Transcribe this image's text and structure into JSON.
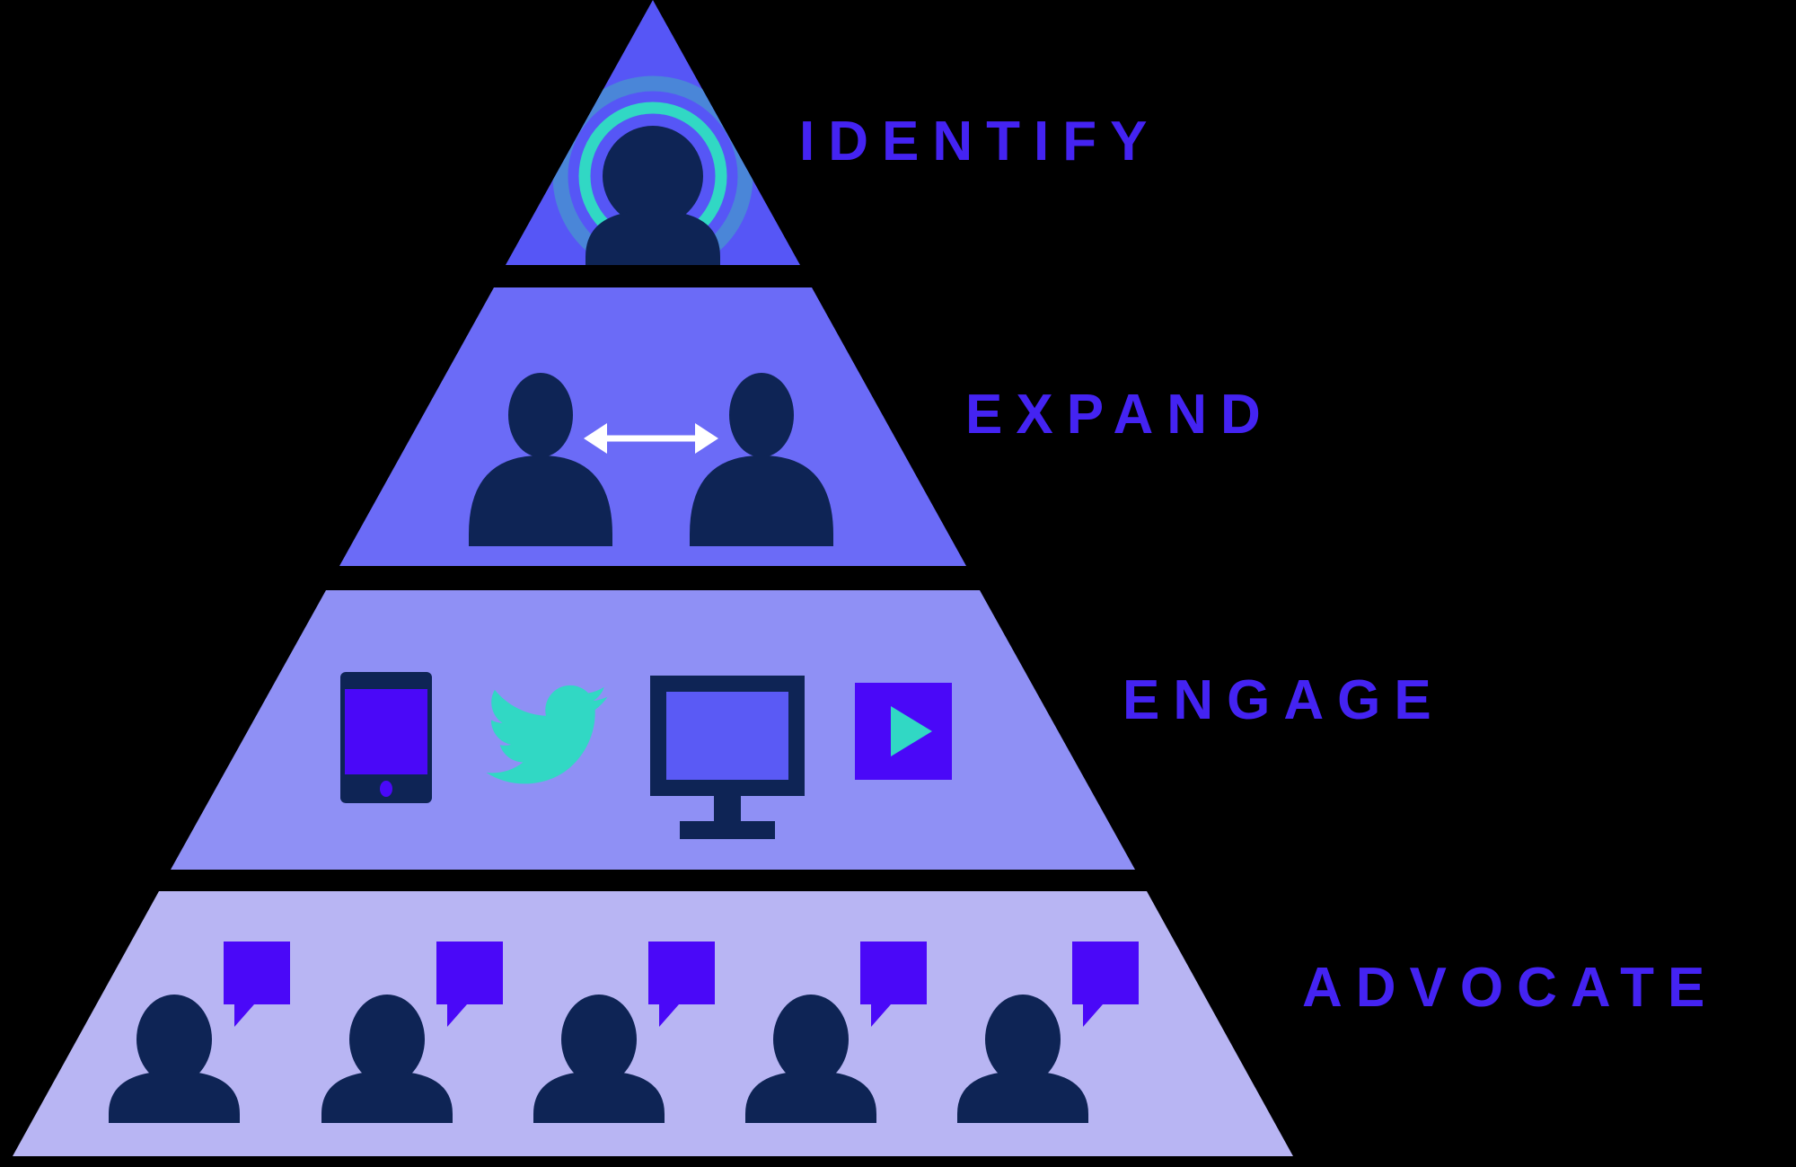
{
  "pyramid": {
    "levels": [
      {
        "label": "IDENTIFY",
        "icons": [
          "person-signal-icon"
        ]
      },
      {
        "label": "EXPAND",
        "icons": [
          "person-icon",
          "double-arrow-icon",
          "person-icon"
        ]
      },
      {
        "label": "ENGAGE",
        "icons": [
          "tablet-icon",
          "twitter-bird-icon",
          "monitor-icon",
          "video-play-icon"
        ]
      },
      {
        "label": "ADVOCATE",
        "icons": [
          "person-icon",
          "speech-bubble-icon"
        ],
        "person_count": 5
      }
    ]
  },
  "colors": {
    "bg": "#000000",
    "tier1": "#5656f6",
    "tier2": "#6b6bf7",
    "tier3": "#8f90f5",
    "tier4": "#b8b5f3",
    "navy": "#0e2455",
    "teal": "#31d8c4",
    "ringblue": "#4a86d8",
    "violet": "#4a08f8",
    "screenblue": "#5a5af5",
    "label": "#4423f2",
    "arrow": "#ffffff"
  }
}
